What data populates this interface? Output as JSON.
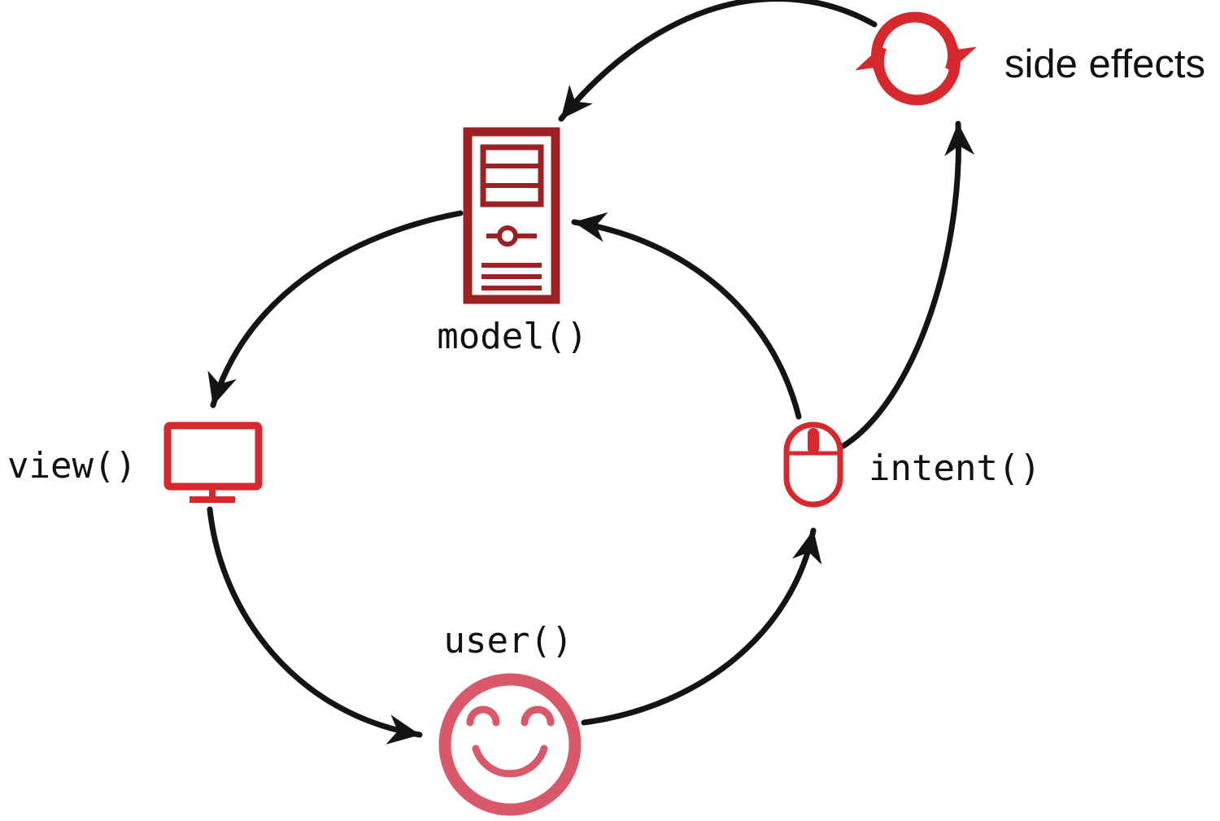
{
  "diagram": {
    "type": "cycle-diagram",
    "background": "#ffffff",
    "arrow_color": "#141414",
    "nodes": [
      {
        "id": "model",
        "label": "model()",
        "icon": "server-icon",
        "color": "#9b2125"
      },
      {
        "id": "view",
        "label": "view()",
        "icon": "monitor-icon",
        "color": "#d7282e"
      },
      {
        "id": "user",
        "label": "user()",
        "icon": "smiley-face-icon",
        "color": "#d9596b"
      },
      {
        "id": "intent",
        "label": "intent()",
        "icon": "mouse-icon",
        "color": "#d7282e"
      },
      {
        "id": "side_effects",
        "label": "side effects",
        "icon": "sync-arrows-icon",
        "color": "#d7282e"
      }
    ],
    "edges": [
      {
        "from": "model",
        "to": "view"
      },
      {
        "from": "view",
        "to": "user"
      },
      {
        "from": "user",
        "to": "intent"
      },
      {
        "from": "intent",
        "to": "model"
      },
      {
        "from": "intent",
        "to": "side_effects"
      },
      {
        "from": "side_effects",
        "to": "model"
      }
    ]
  }
}
